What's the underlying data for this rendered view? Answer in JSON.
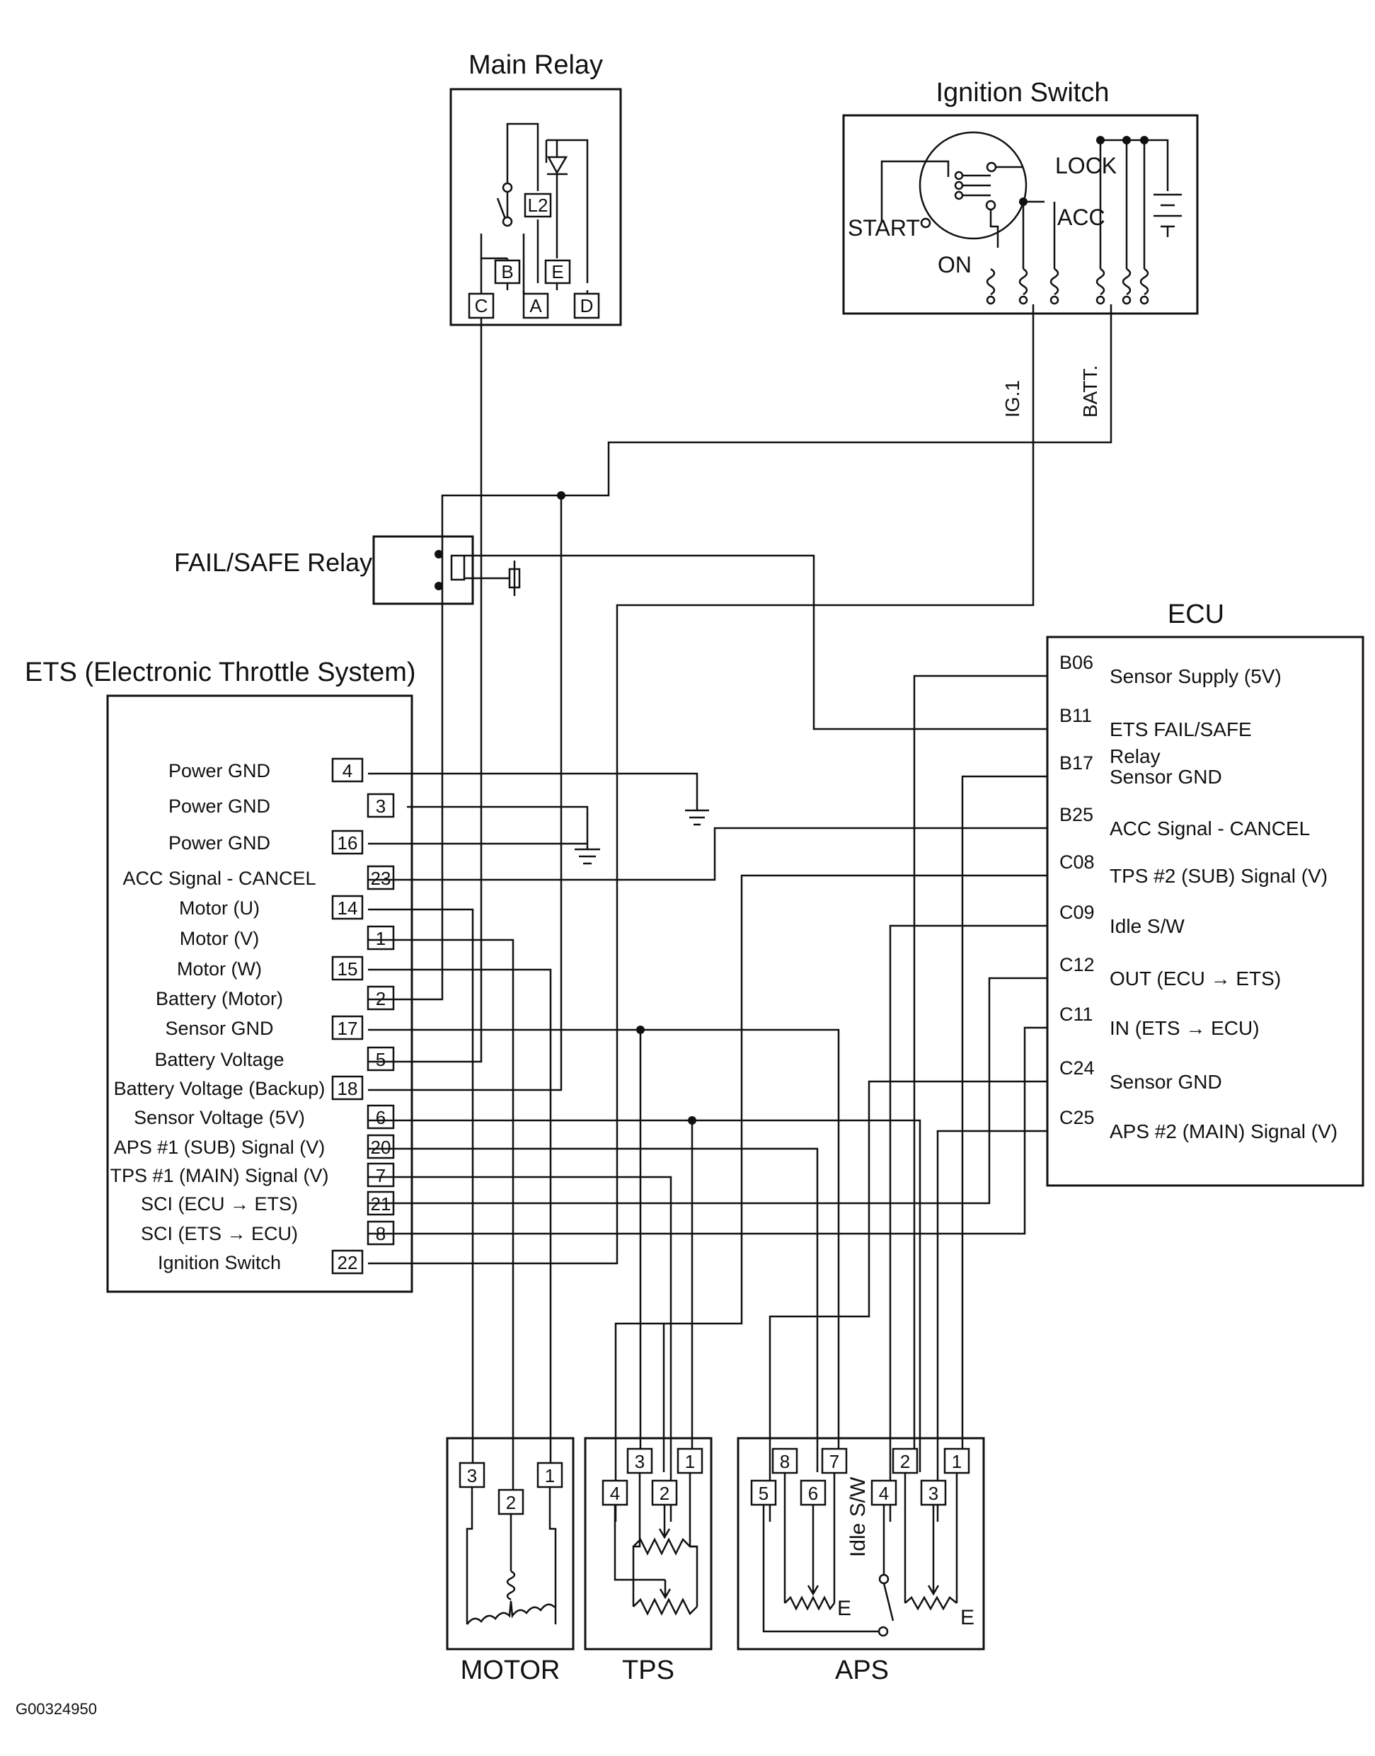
{
  "figure_id": "G00324950",
  "main_relay": {
    "title": "Main Relay",
    "inner_labels": [
      "L2",
      "B",
      "E"
    ],
    "pins": [
      "C",
      "A",
      "D"
    ]
  },
  "ignition_switch": {
    "title": "Ignition Switch",
    "positions": [
      "LOCK",
      "START",
      "ACC",
      "ON"
    ],
    "outputs": [
      "IG.1",
      "BATT."
    ]
  },
  "failsafe_relay": {
    "title": "FAIL/SAFE Relay"
  },
  "ets": {
    "title": "ETS (Electronic Throttle System)",
    "pins": [
      {
        "label": "Power GND",
        "pin": "4"
      },
      {
        "label": "Power GND",
        "pin": "3"
      },
      {
        "label": "Power GND",
        "pin": "16"
      },
      {
        "label": "ACC Signal - CANCEL",
        "pin": "23"
      },
      {
        "label": "Motor (U)",
        "pin": "14"
      },
      {
        "label": "Motor (V)",
        "pin": "1"
      },
      {
        "label": "Motor (W)",
        "pin": "15"
      },
      {
        "label": "Battery (Motor)",
        "pin": "2"
      },
      {
        "label": "Sensor GND",
        "pin": "17"
      },
      {
        "label": "Battery Voltage",
        "pin": "5"
      },
      {
        "label": "Battery Voltage (Backup)",
        "pin": "18"
      },
      {
        "label": "Sensor Voltage (5V)",
        "pin": "6"
      },
      {
        "label": "APS #1 (SUB) Signal (V)",
        "pin": "20"
      },
      {
        "label": "TPS #1 (MAIN) Signal (V)",
        "pin": "7"
      },
      {
        "label": "SCI (ECU → ETS)",
        "pin": "21"
      },
      {
        "label": "SCI (ETS → ECU)",
        "pin": "8"
      },
      {
        "label": "Ignition Switch",
        "pin": "22"
      }
    ]
  },
  "ecu": {
    "title": "ECU",
    "pins": [
      {
        "code": "B06",
        "label": "Sensor Supply (5V)"
      },
      {
        "code": "B11",
        "label": "ETS FAIL/SAFE",
        "label2": "Relay"
      },
      {
        "code": "B17",
        "label": "Sensor GND"
      },
      {
        "code": "B25",
        "label": "ACC Signal - CANCEL"
      },
      {
        "code": "C08",
        "label": "TPS #2 (SUB) Signal (V)"
      },
      {
        "code": "C09",
        "label": "Idle S/W"
      },
      {
        "code": "C12",
        "label": "OUT (ECU → ETS)"
      },
      {
        "code": "C11",
        "label": "IN (ETS → ECU)"
      },
      {
        "code": "C24",
        "label": "Sensor GND"
      },
      {
        "code": "C25",
        "label": "APS #2 (MAIN) Signal (V)"
      }
    ]
  },
  "motor": {
    "title": "MOTOR",
    "pins": [
      "3",
      "2",
      "1"
    ]
  },
  "tps": {
    "title": "TPS",
    "pins": [
      "3",
      "1",
      "4",
      "2"
    ]
  },
  "aps": {
    "title": "APS",
    "pins": [
      "8",
      "7",
      "2",
      "1",
      "5",
      "6",
      "4",
      "3"
    ],
    "idle_label": "Idle S/W",
    "e_label": "E"
  }
}
